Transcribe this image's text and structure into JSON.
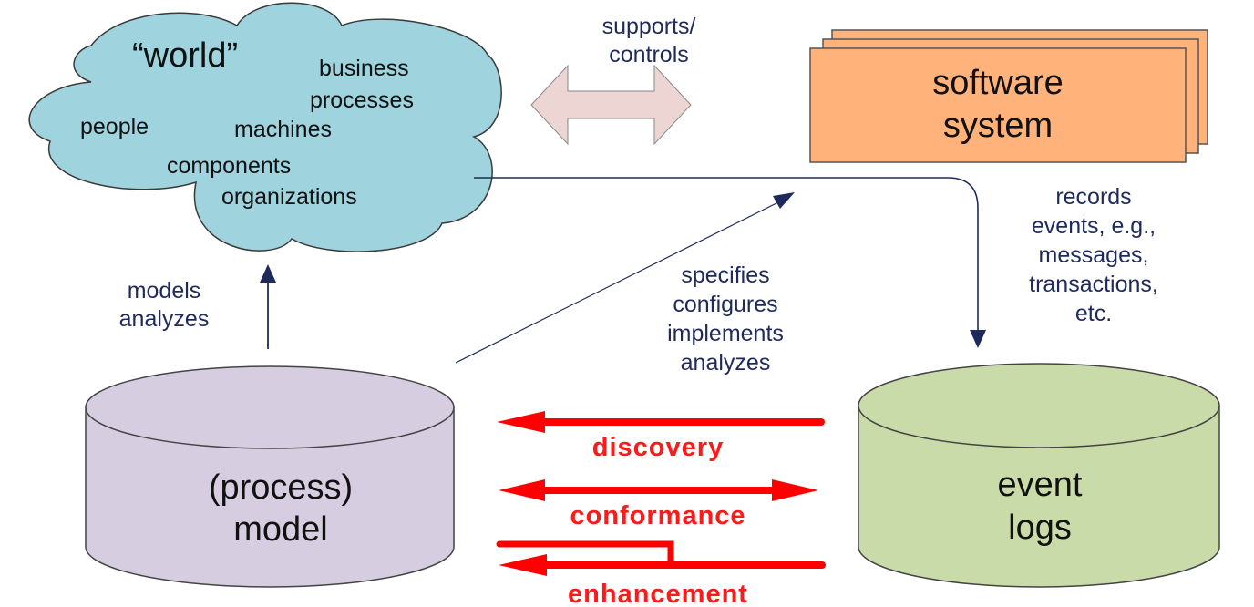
{
  "colors": {
    "cloud_fill": "#9fd3de",
    "software_fill": "#ffb27a",
    "model_fill": "#d6cde1",
    "logs_fill": "#c9dba8",
    "double_arrow_fill": "#ecd5d2",
    "connector": "#1f2a5c",
    "process_mining": "#ff0000"
  },
  "world": {
    "title": "“world”",
    "items": [
      "business",
      "processes",
      "people",
      "machines",
      "components",
      "organizations"
    ]
  },
  "supports_controls": {
    "line1": "supports/",
    "line2": "controls"
  },
  "software_system": {
    "line1": "software",
    "line2": "system"
  },
  "records": {
    "lines": [
      "records",
      "events, e.g.,",
      "messages,",
      "transactions,",
      "etc."
    ]
  },
  "models_analyzes": {
    "lines": [
      "models",
      "analyzes"
    ]
  },
  "specifies": {
    "lines": [
      "specifies",
      "configures",
      "implements",
      "analyzes"
    ]
  },
  "process_model": {
    "line1": "(process)",
    "line2": "model"
  },
  "event_logs": {
    "line1": "event",
    "line2": "logs"
  },
  "process_mining": {
    "discovery": "discovery",
    "conformance": "conformance",
    "enhancement": "enhancement"
  }
}
